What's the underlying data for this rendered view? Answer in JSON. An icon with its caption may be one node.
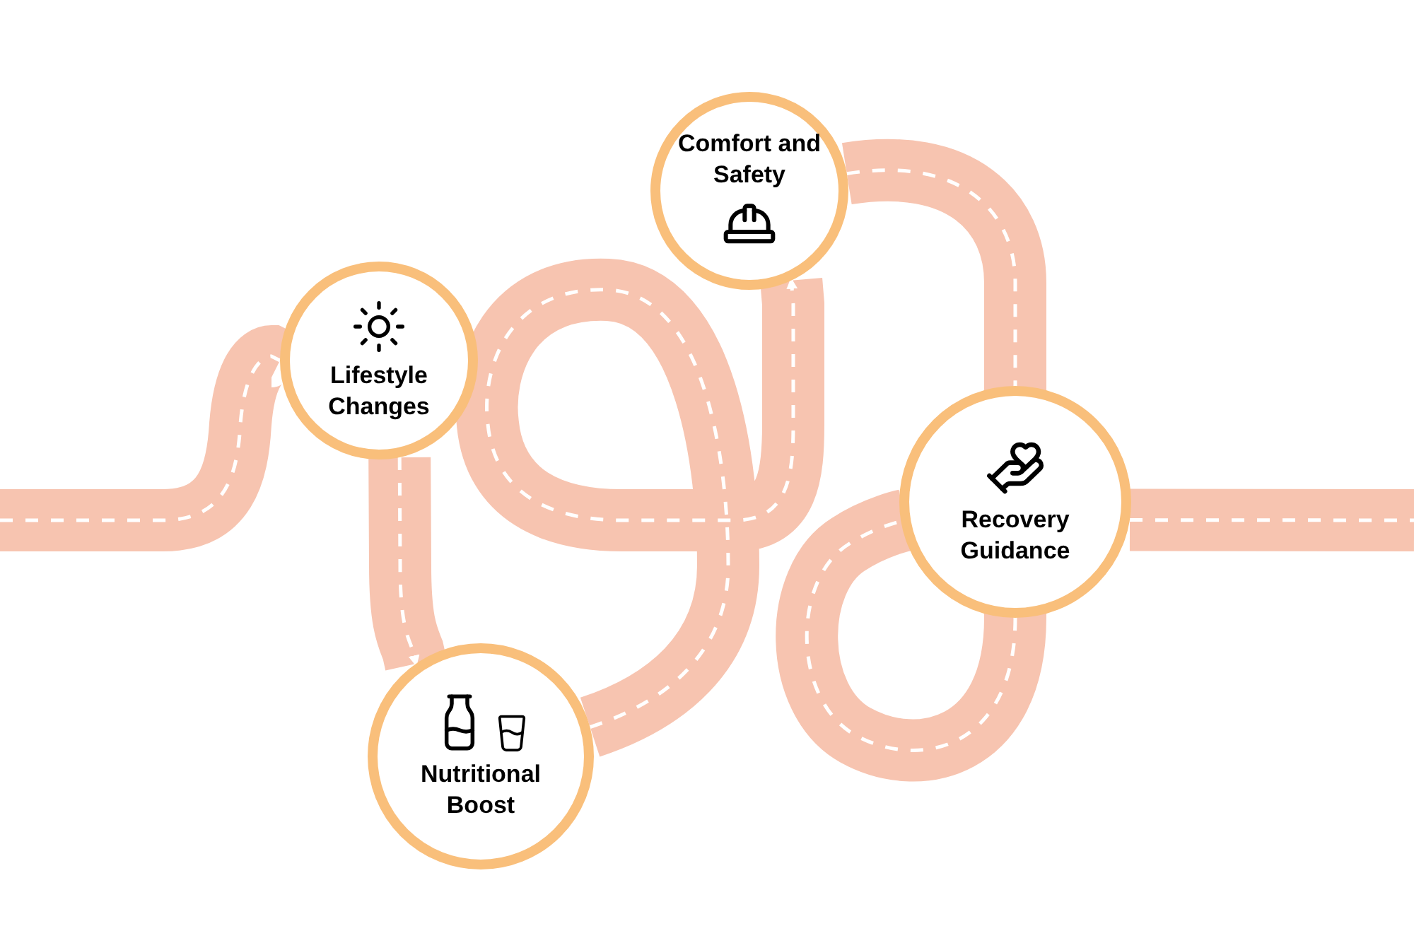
{
  "diagram": {
    "nodes": [
      {
        "text": [
          "Lifestyle Changes"
        ]
      },
      {
        "text": [
          "Comfort and Safety"
        ]
      },
      {
        "text": [
          "Recovery Guidance"
        ]
      },
      {
        "text": [
          "Nutritional Boost"
        ]
      }
    ],
    "edges": [
      {
        "from": null,
        "to": 0,
        "arrow": "none"
      },
      {
        "from": 0,
        "to": 3,
        "arrow": "to"
      },
      {
        "from": 3,
        "to": 1,
        "arrow": "to"
      },
      {
        "from": 1,
        "to": 2,
        "arrow": "to"
      },
      {
        "from": 2,
        "to": null,
        "arrow": "none"
      }
    ]
  }
}
